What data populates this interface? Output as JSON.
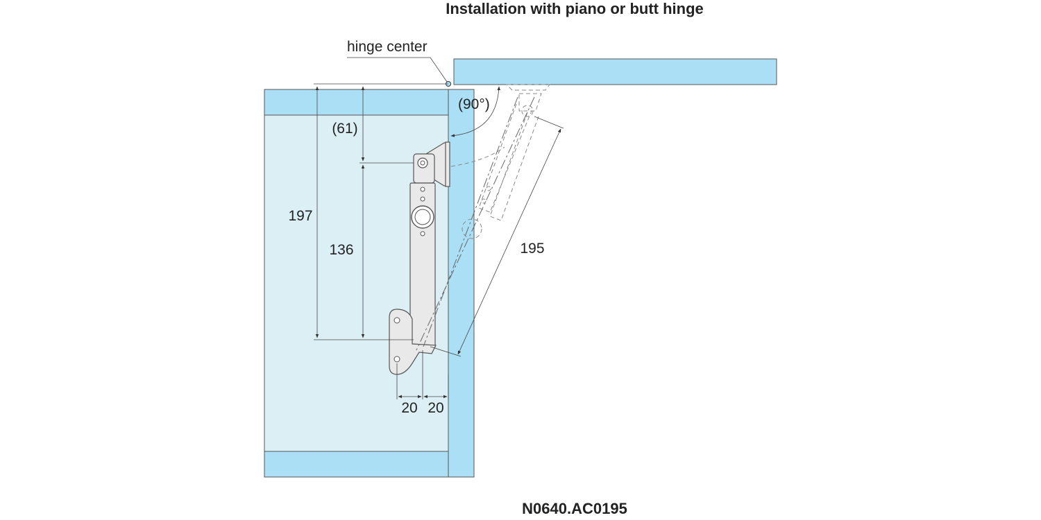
{
  "title": "Installation with piano or butt hinge",
  "callout": "hinge center",
  "angle": "(90°)",
  "dimensions": {
    "overall_height": "197",
    "top_offset": "(61)",
    "stay_length": "136",
    "stroke_length": "195",
    "left_offset": "20",
    "right_offset": "20"
  },
  "part_number": "N0640.AC0195",
  "colors": {
    "panel_fill": "#aadff6",
    "interior_fill": "#dbeff5",
    "outline": "#555555",
    "mechanism": "#e9e9e9"
  }
}
